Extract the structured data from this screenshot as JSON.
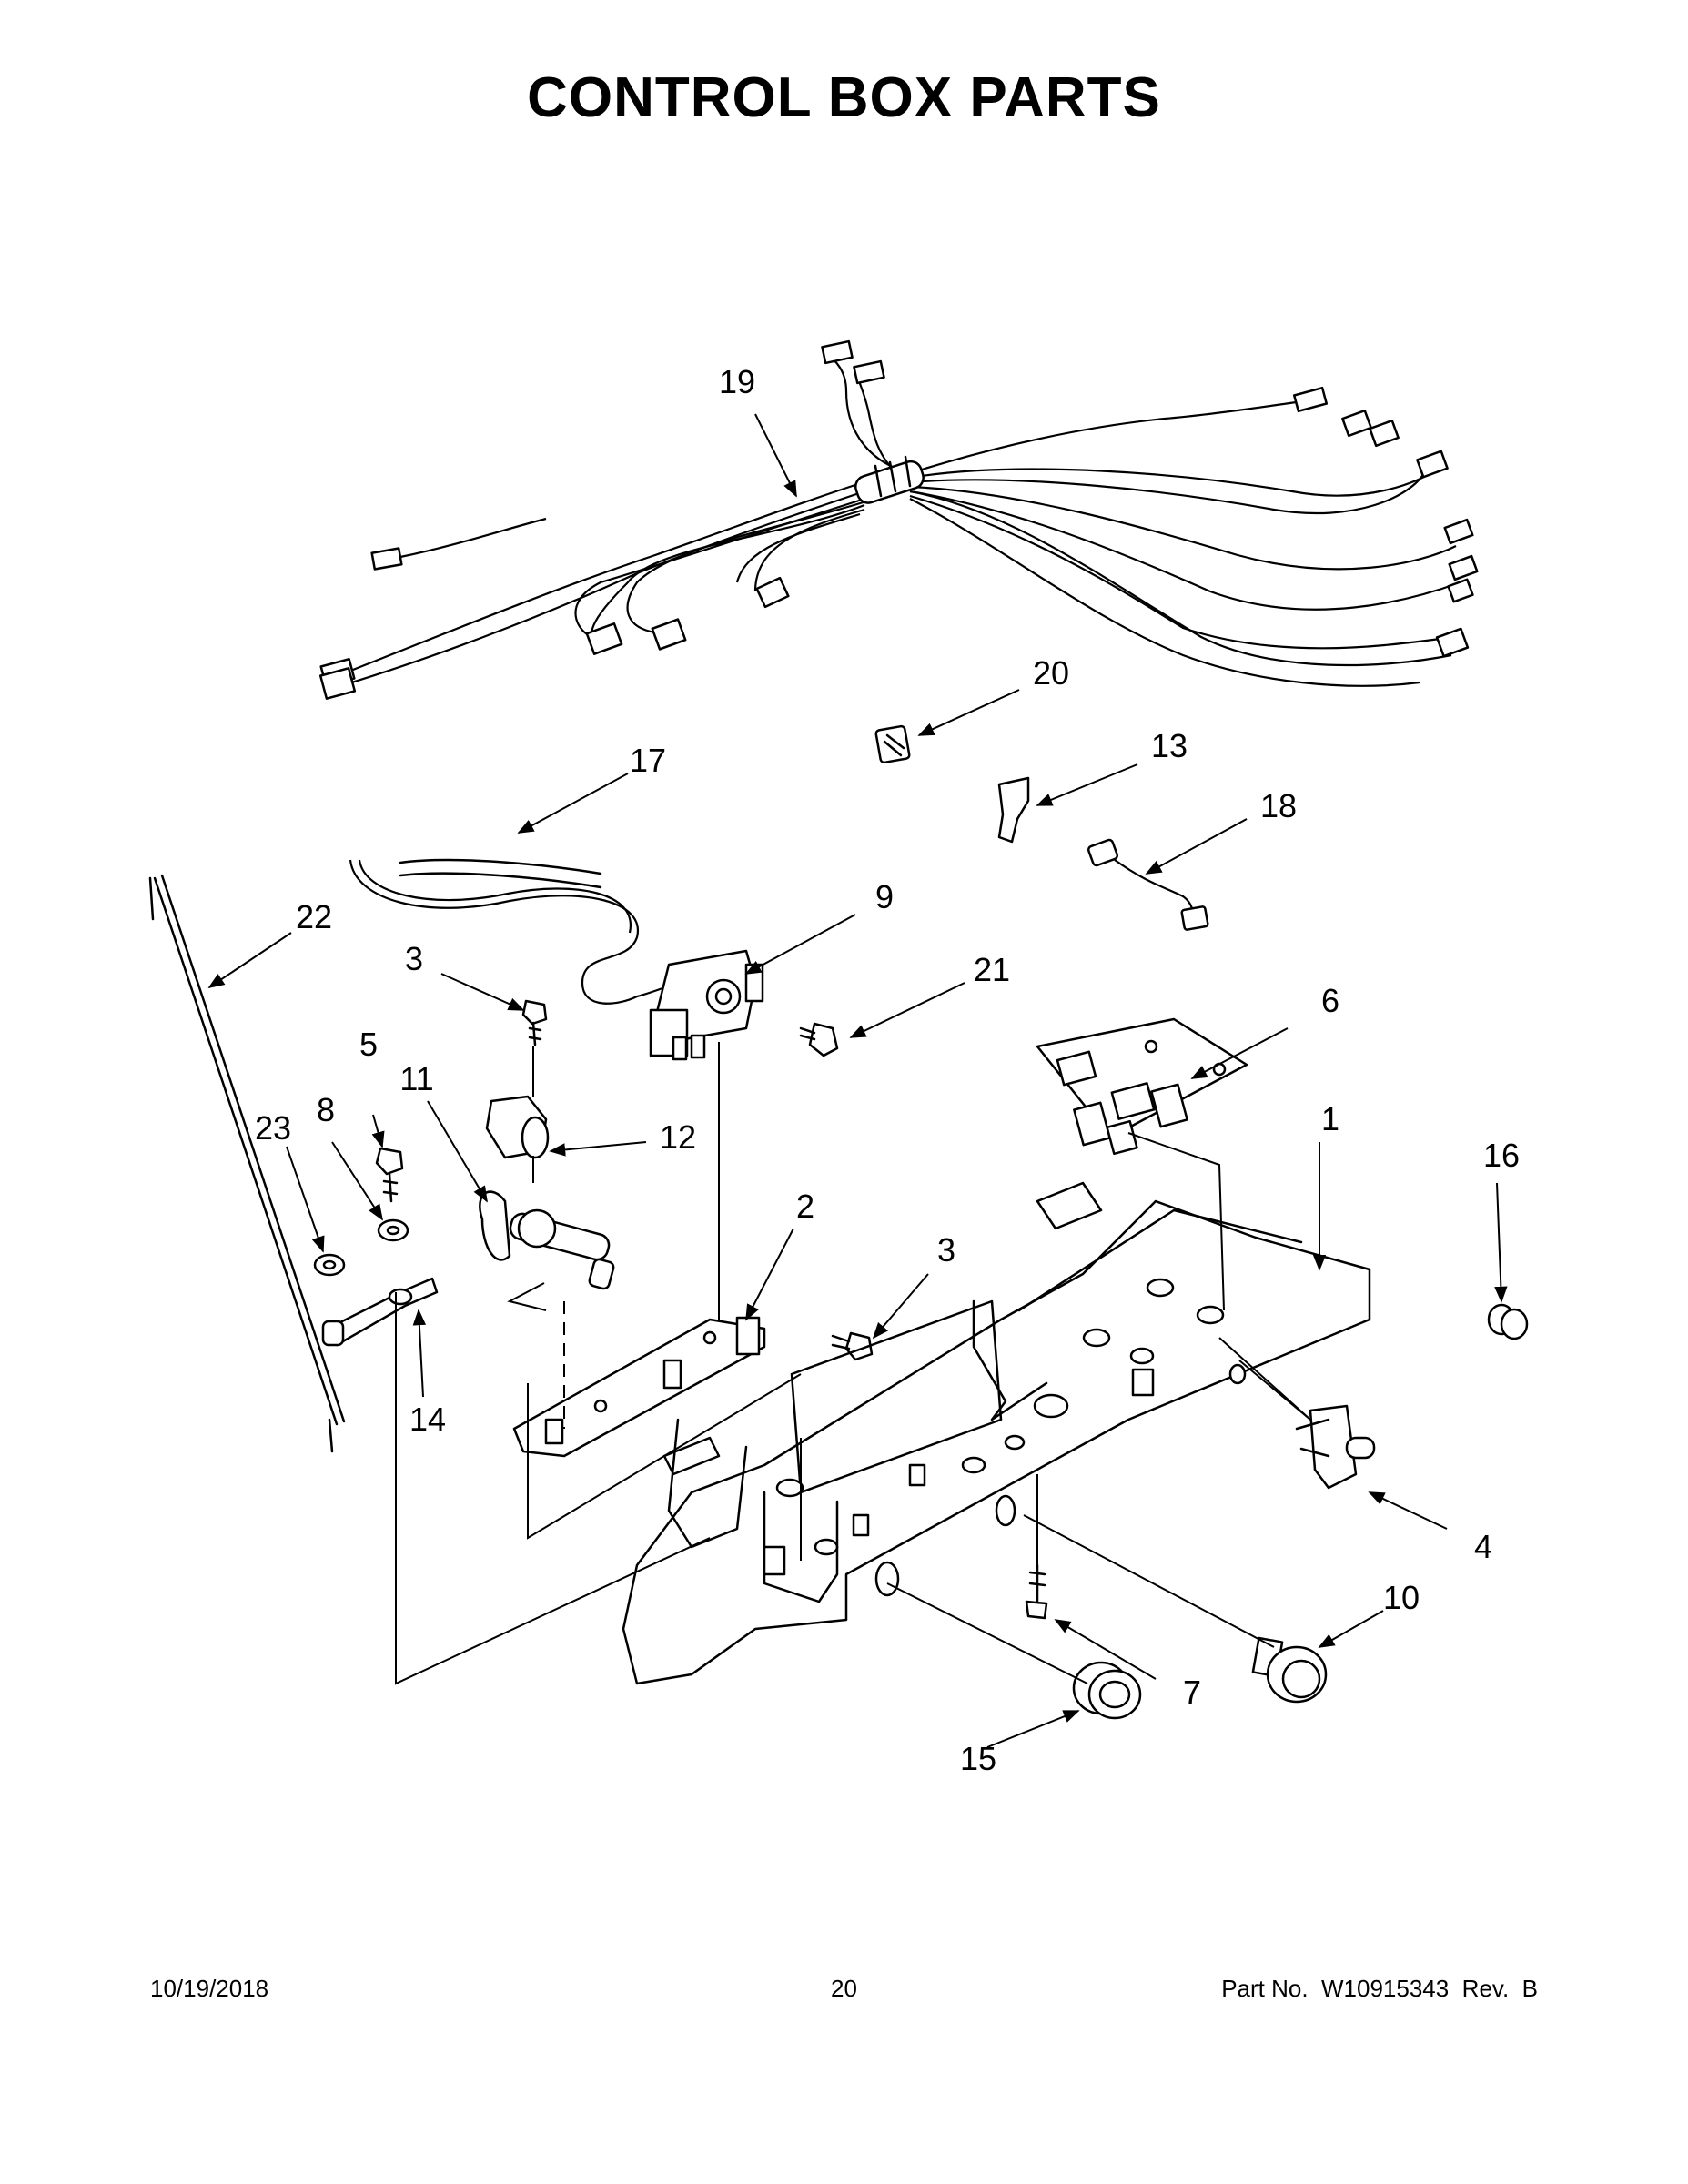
{
  "title": "CONTROL BOX PARTS",
  "footer": {
    "date": "10/19/2018",
    "page_number": "20",
    "part_number": "Part No.  W10915343  Rev.  B"
  },
  "callouts": {
    "c1": "1",
    "c2": "2",
    "c3a": "3",
    "c3b": "3",
    "c4": "4",
    "c5": "5",
    "c6": "6",
    "c7": "7",
    "c8": "8",
    "c9": "9",
    "c10": "10",
    "c11": "11",
    "c12": "12",
    "c13": "13",
    "c14": "14",
    "c15": "15",
    "c16": "16",
    "c17": "17",
    "c18": "18",
    "c19": "19",
    "c20": "20",
    "c21": "21",
    "c22": "22",
    "c23": "23"
  }
}
